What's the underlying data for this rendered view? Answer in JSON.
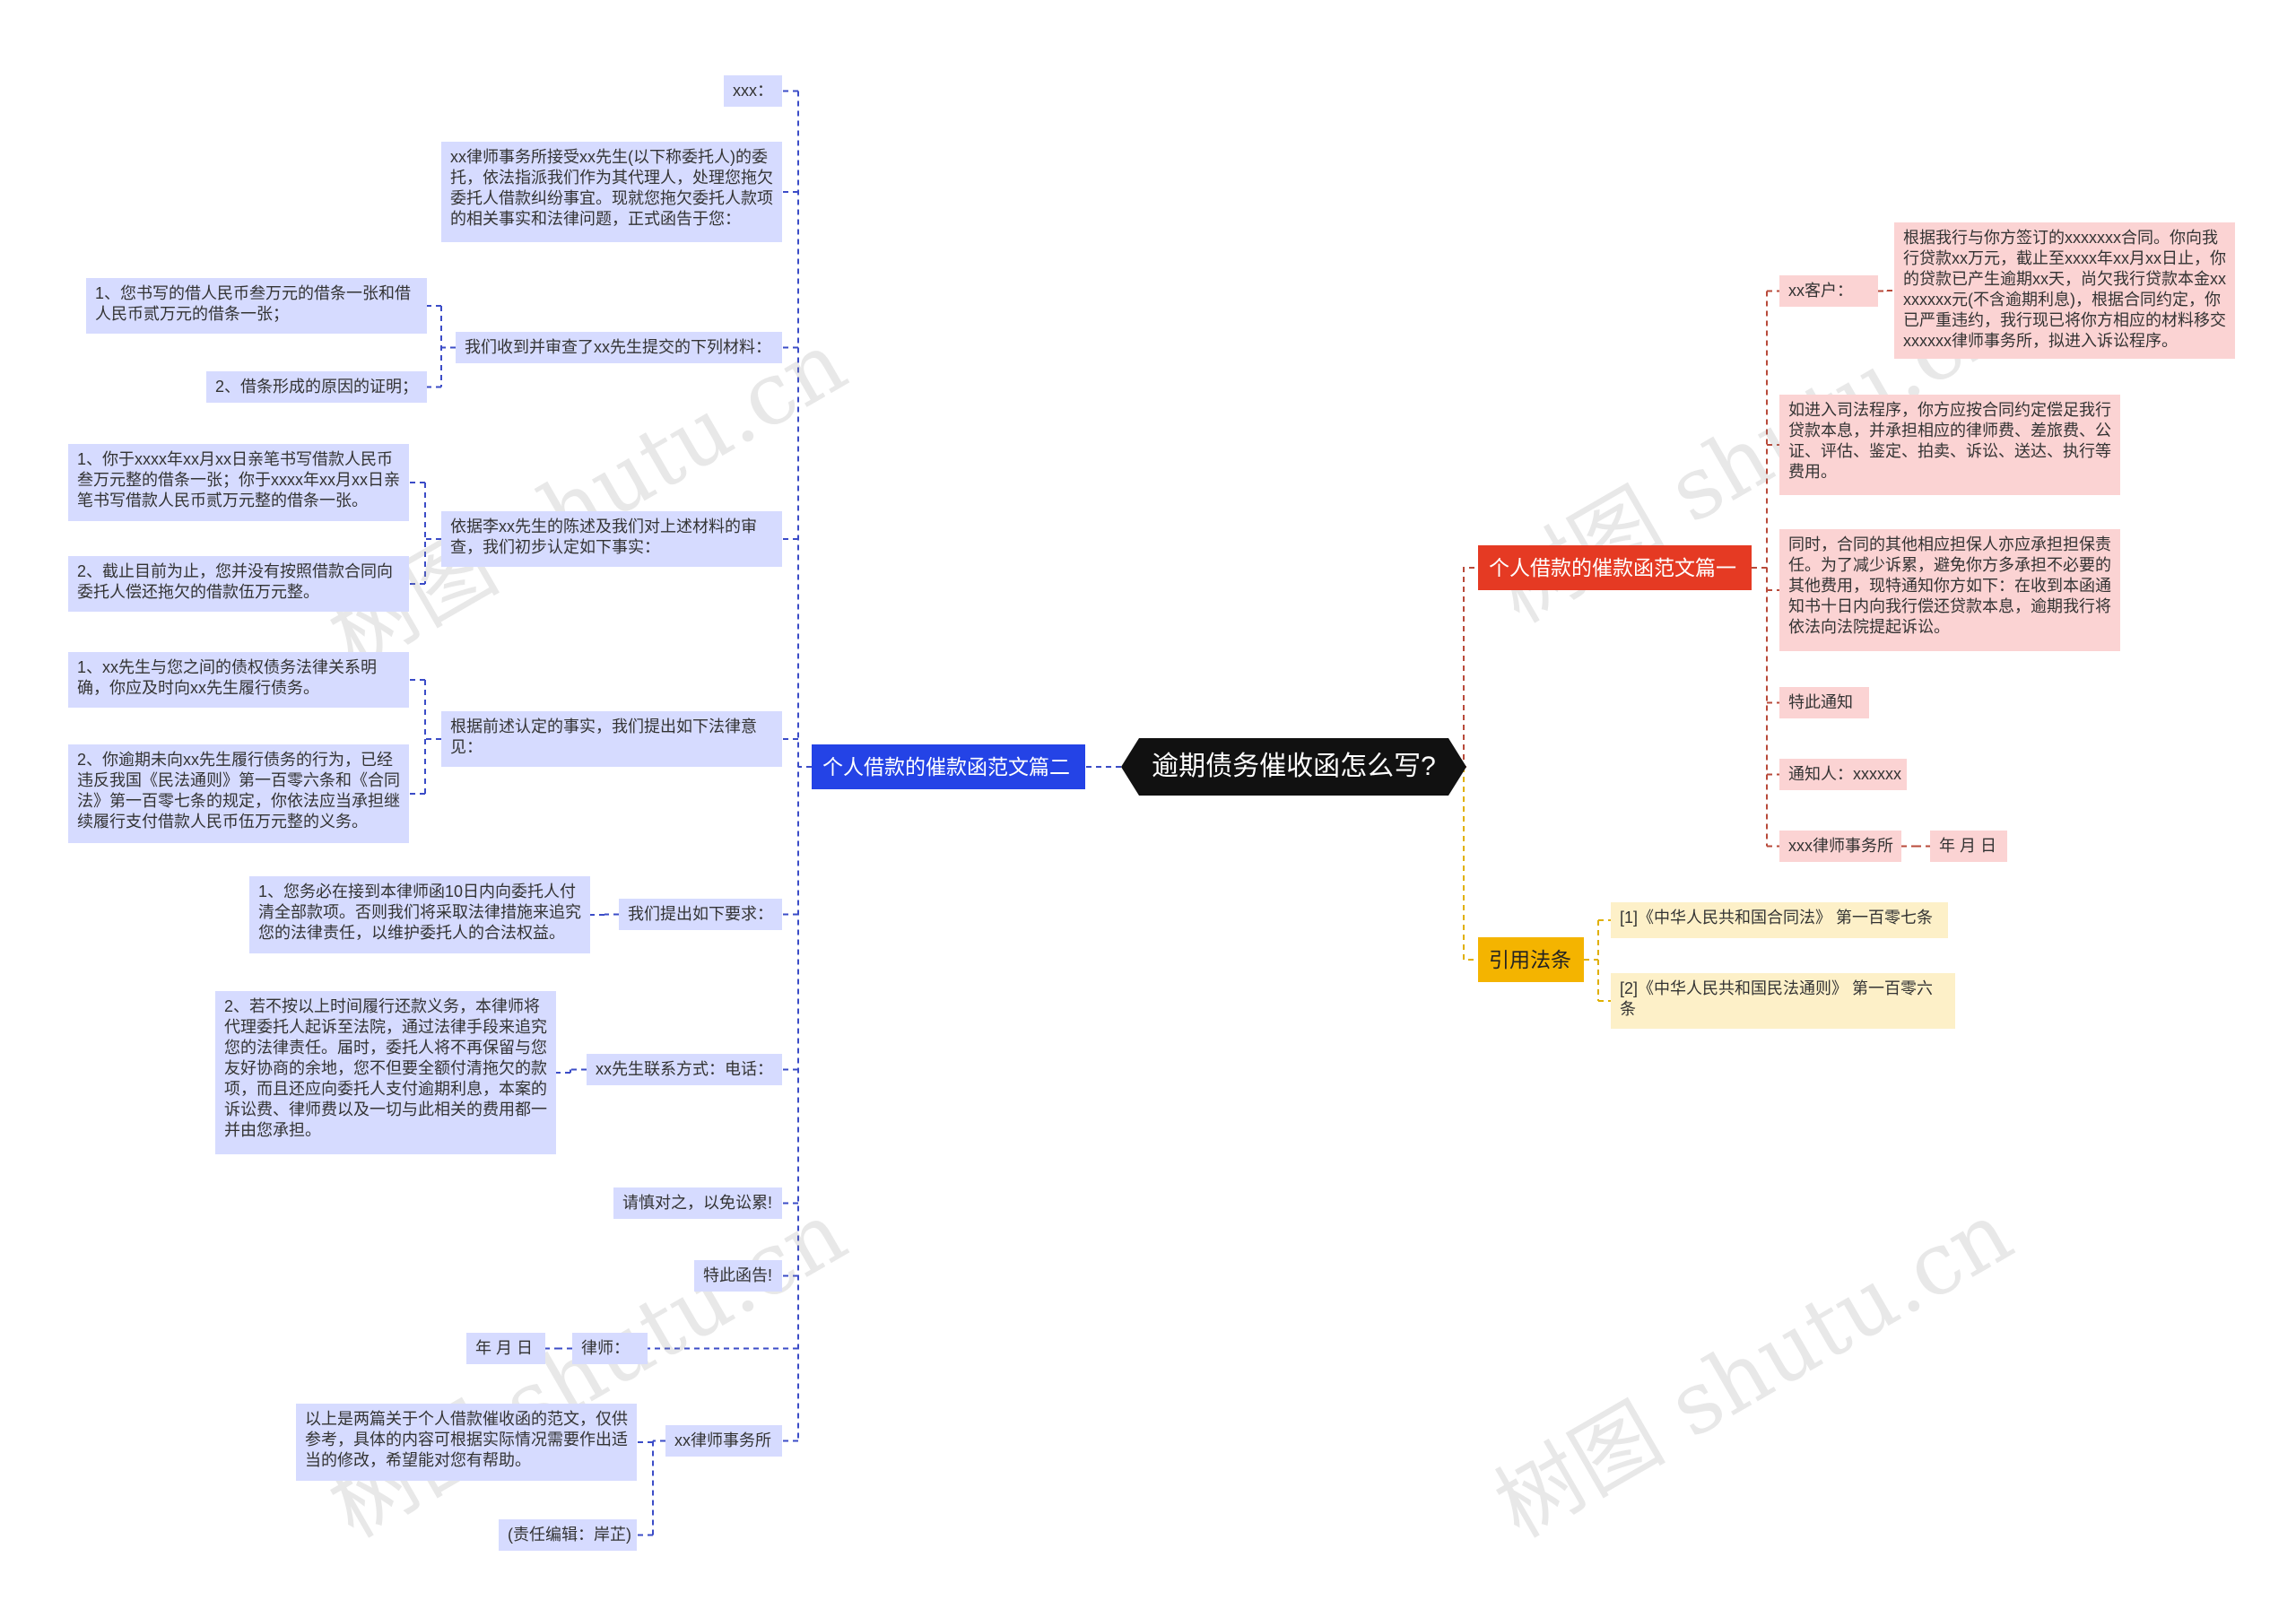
{
  "root": {
    "title": "逾期债务催收函怎么写?"
  },
  "branch_left": {
    "label": "个人借款的催款函范文篇二",
    "items": {
      "greeting": "xxx：",
      "intro": "xx律师事务所接受xx先生(以下称委托人)的委托，依法指派我们作为其代理人，处理您拖欠委托人借款纠纷事宜。现就您拖欠委托人款项的相关事实和法律问题，正式函告于您：",
      "materials": "我们收到并审查了xx先生提交的下列材料：",
      "material_1": "1、您书写的借人民币叁万元的借条一张和借人民币贰万元的借条一张；",
      "material_2": "2、借条形成的原因的证明；",
      "facts": "依据李xx先生的陈述及我们对上述材料的审查，我们初步认定如下事实：",
      "fact_1": "1、你于xxxx年xx月xx日亲笔书写借款人民币叁万元整的借条一张；你于xxxx年xx月xx日亲笔书写借款人民币贰万元整的借条一张。",
      "fact_2": "2、截止目前为止，您并没有按照借款合同向委托人偿还拖欠的借款伍万元整。",
      "opinion": "根据前述认定的事实，我们提出如下法律意见：",
      "opinion_1": "1、xx先生与您之间的债权债务法律关系明确，你应及时向xx先生履行债务。",
      "opinion_2": "2、你逾期未向xx先生履行债务的行为，已经违反我国《民法通则》第一百零六条和《合同法》第一百零七条的规定，你依法应当承担继续履行支付借款人民币伍万元整的义务。",
      "demands": "我们提出如下要求：",
      "demand_1": "1、您务必在接到本律师函10日内向委托人付清全部款项。否则我们将采取法律措施来追究您的法律责任，以维护委托人的合法权益。",
      "contact": "xx先生联系方式：电话：",
      "demand_2": "2、若不按以上时间履行还款义务，本律师将代理委托人起诉至法院，通过法律手段来追究您的法律责任。届时，委托人将不再保留与您友好协商的余地，您不但要全额付清拖欠的款项，而且还应向委托人支付逾期利息，本案的诉讼费、律师费以及一切与此相关的费用都一并由您承担。",
      "caution": "请慎对之，以免讼累!",
      "notice": "特此函告!",
      "lawyer": "律师：",
      "date": "年 月 日",
      "firm": "xx律师事务所",
      "summary": "以上是两篇关于个人借款催收函的范文，仅供参考，具体的内容可根据实际情况需要作出适当的修改，希望能对您有帮助。",
      "editor": "(责任编辑：岸芷)"
    }
  },
  "branch_right_1": {
    "label": "个人借款的催款函范文篇一",
    "items": {
      "customer": "xx客户：",
      "customer_text": "根据我行与你方签订的xxxxxxx合同。你向我行贷款xx万元，截止至xxxx年xx月xx日止，你的贷款已产生逾期xx天，尚欠我行贷款本金xxxxxxxx元(不含逾期利息)，根据合同约定，你已严重违约，我行现已将你方相应的材料移交xxxxxx律师事务所，拟进入诉讼程序。",
      "judicial": "如进入司法程序，你方应按合同约定偿足我行贷款本息，并承担相应的律师费、差旅费、公证、评估、鉴定、拍卖、诉讼、送达、执行等费用。",
      "guarantor": "同时，合同的其他相应担保人亦应承担担保责任。为了减少诉累，避免你方多承担不必要的其他费用，现特通知你方如下：在收到本函通知书十日内向我行偿还贷款本息，逾期我行将依法向法院提起诉讼。",
      "notice": "特此通知",
      "notifier": "通知人：xxxxxx",
      "firm": "xxx律师事务所",
      "date": "年 月 日"
    }
  },
  "branch_right_2": {
    "label": "引用法条",
    "items": {
      "law_1": "[1]《中华人民共和国合同法》 第一百零七条",
      "law_2": "[2]《中华人民共和国民法通则》 第一百零六条"
    }
  },
  "watermark": "树图 shutu.cn",
  "colors": {
    "left_link": "#3b4cc7",
    "right1_link": "#b84a3a",
    "right2_link": "#e0b000",
    "root_bg": "#111111",
    "left_branch_bg": "#2443e6",
    "right1_branch_bg": "#e53a23",
    "right2_branch_bg": "#f4b400"
  }
}
